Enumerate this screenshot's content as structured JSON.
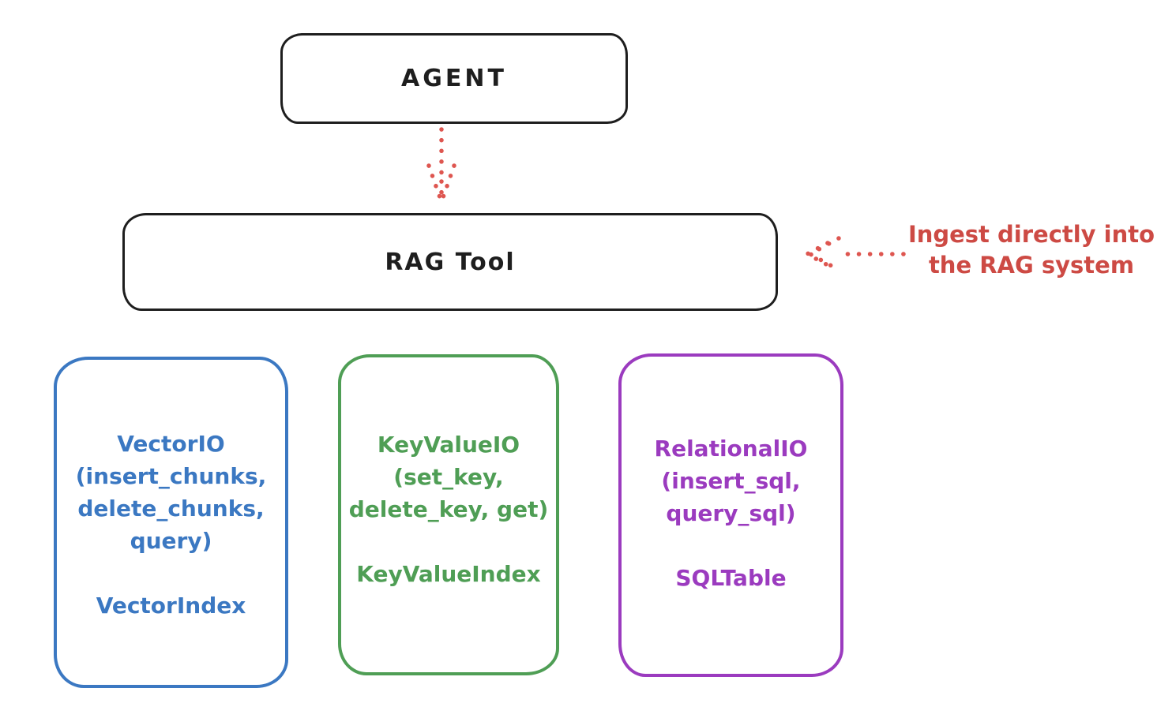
{
  "diagram": {
    "agent": {
      "label": "AGENT"
    },
    "rag_tool": {
      "label": "RAG Tool"
    },
    "annotation": {
      "line1": "Ingest directly into",
      "line2": "the RAG system"
    },
    "stores": {
      "vector": {
        "line1": "VectorIO",
        "line2": "(insert_chunks,",
        "line3": "delete_chunks,",
        "line4": "query)",
        "index": "VectorIndex"
      },
      "keyvalue": {
        "line1": "KeyValueIO",
        "line2": "(set_key,",
        "line3": "delete_key, get)",
        "index": "KeyValueIndex"
      },
      "relational": {
        "line1": "RelationalIO",
        "line2": "(insert_sql,",
        "line3": "query_sql)",
        "index": "SQLTable"
      }
    },
    "colors": {
      "ink": "#1e1e1e",
      "red_accent": "#cd4a44",
      "vector_blue": "#3b78c2",
      "keyvalue_green": "#4f9e55",
      "relational_purple": "#9b3bbf"
    }
  }
}
